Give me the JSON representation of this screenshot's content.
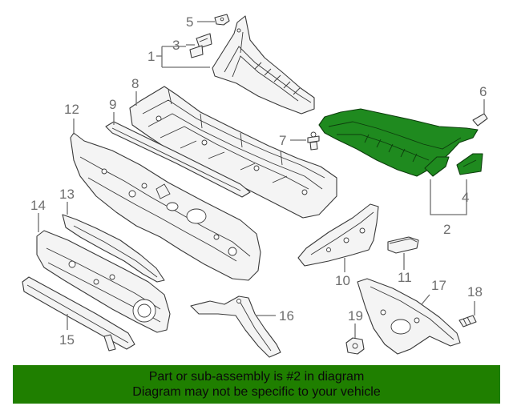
{
  "callouts": {
    "c1": "1",
    "c2": "2",
    "c3": "3",
    "c4": "4",
    "c5": "5",
    "c6": "6",
    "c7": "7",
    "c8": "8",
    "c9": "9",
    "c10": "10",
    "c11": "11",
    "c12": "12",
    "c13": "13",
    "c14": "14",
    "c15": "15",
    "c16": "16",
    "c17": "17",
    "c18": "18",
    "c19": "19"
  },
  "highlight": {
    "part_number": "2",
    "color": "#1f8a1f"
  },
  "banner": {
    "line1": "Part or sub-assembly is #2 in diagram",
    "line2": "Diagram may not be specific to your vehicle",
    "color": "#1f7f00"
  }
}
